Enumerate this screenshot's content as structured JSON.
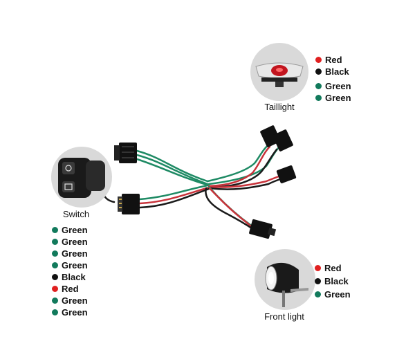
{
  "colors": {
    "red": "#e02020",
    "black": "#111111",
    "green": "#127a5c",
    "wire_green": "#1e8a64",
    "wire_red": "#c8323a",
    "wire_black": "#1a1a1a",
    "circle_bg": "#d9d9d9"
  },
  "taillight": {
    "caption": "Taillight",
    "legend": [
      {
        "label": "Red",
        "color": "#e02020"
      },
      {
        "label": "Black",
        "color": "#111111"
      },
      {
        "label": "Green",
        "color": "#127a5c"
      },
      {
        "label": "Green",
        "color": "#127a5c"
      }
    ]
  },
  "switch": {
    "caption": "Switch",
    "legend": [
      {
        "label": "Green",
        "color": "#127a5c"
      },
      {
        "label": "Green",
        "color": "#127a5c"
      },
      {
        "label": "Green",
        "color": "#127a5c"
      },
      {
        "label": "Green",
        "color": "#127a5c"
      },
      {
        "label": "Black",
        "color": "#111111"
      },
      {
        "label": "Red",
        "color": "#e02020"
      },
      {
        "label": "Green",
        "color": "#127a5c"
      },
      {
        "label": "Green",
        "color": "#127a5c"
      }
    ]
  },
  "front_light": {
    "caption": "Front light",
    "legend": [
      {
        "label": "Red",
        "color": "#e02020"
      },
      {
        "label": "Black",
        "color": "#111111"
      },
      {
        "label": "Green",
        "color": "#127a5c"
      }
    ]
  }
}
